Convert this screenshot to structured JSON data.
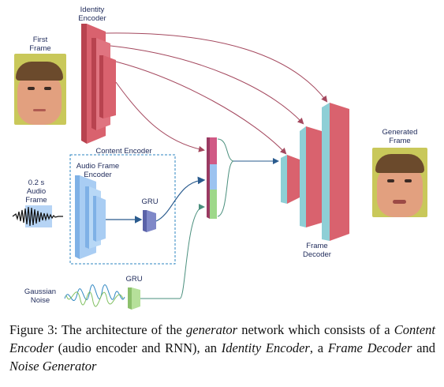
{
  "labels": {
    "identity_encoder": [
      "Identity",
      "Encoder"
    ],
    "first_frame": [
      "First",
      "Frame"
    ],
    "content_encoder": "Content Encoder",
    "audio_frame_encoder": [
      "Audio Frame",
      "Encoder"
    ],
    "audio_frame": [
      "0.2 s",
      "Audio",
      "Frame"
    ],
    "gru_content": "GRU",
    "gru_noise": "GRU",
    "gaussian_noise": [
      "Gaussian",
      "Noise"
    ],
    "frame_decoder": [
      "Frame",
      "Decoder"
    ],
    "generated_frame": [
      "Generated",
      "Frame"
    ]
  },
  "caption": {
    "prefix": "Figure 3: The architecture of the ",
    "generator": "generator",
    "mid1": " network which consists of a ",
    "content_encoder": "Content Encoder",
    "mid2": " (audio encoder and RNN), an ",
    "identity_encoder": "Identity Encoder",
    "mid3": ", a ",
    "frame_decoder": "Frame Decoder",
    "mid4": " and ",
    "noise_generator": "Noise Generator"
  },
  "colors": {
    "identity_block": "#d9626e",
    "identity_side": "#b8434f",
    "audio_block": "#a9cdf3",
    "audio_side": "#7fb1e6",
    "gru_block": "#7f88c8",
    "noise_gru_block": "#b6e09a",
    "latent_top": "#d05a85",
    "latent_mid": "#9cc3f0",
    "latent_bottom": "#9ed88a",
    "decoder_block": "#d9626e",
    "decoder_side": "#8ecfd6",
    "arrow_red": "#a4485e",
    "arrow_blue": "#2a5b8e",
    "arrow_green": "#4a8f7d",
    "dashed_box": "#2e86c1"
  }
}
